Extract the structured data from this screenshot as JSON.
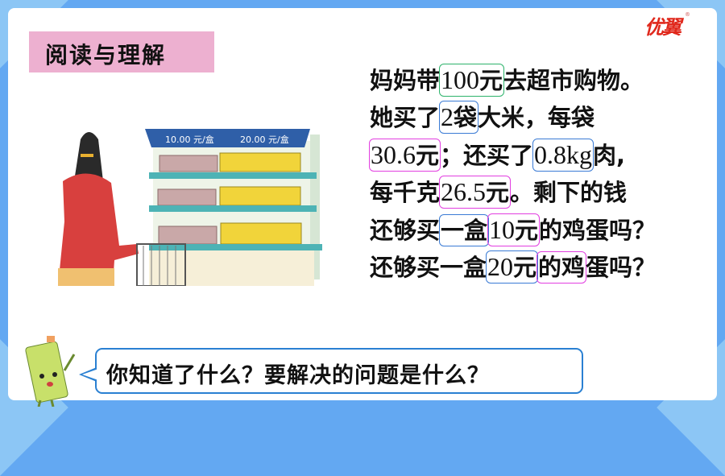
{
  "section_title": "阅读与理解",
  "logo_text": "优翼",
  "logo_mark": "®",
  "shelf_prices": [
    "10.00 元/盒",
    "20.00 元/盒"
  ],
  "colors": {
    "green": "#2db36b",
    "blue": "#3a7bd5",
    "magenta": "#e23ee0",
    "title_bg": "#edb0d0",
    "bubble_border": "#2a80d2"
  },
  "problem_lines": [
    [
      {
        "t": "妈妈带"
      },
      {
        "t": "100",
        "num": true,
        "box": "green",
        "t2": "元"
      },
      {
        "t": "去超市购物。"
      }
    ],
    [
      {
        "t": "她买了"
      },
      {
        "t": "2",
        "num": true,
        "box": "blue",
        "t2": "袋"
      },
      {
        "t": "大米，每袋"
      }
    ],
    [
      {
        "t": "30.6",
        "num": true,
        "box": "magenta",
        "t2": "元"
      },
      {
        "t": "；还买了"
      },
      {
        "t": "0.8kg",
        "num": true,
        "box": "blue",
        "t2": ""
      },
      {
        "t": "肉,"
      }
    ],
    [
      {
        "t": "每千克"
      },
      {
        "t": "26.5",
        "num": true,
        "box": "magenta",
        "t2": "元"
      },
      {
        "t": "。剩下的钱"
      }
    ],
    [
      {
        "t": "还够买"
      },
      {
        "t": "一盒",
        "box": "blue"
      },
      {
        "t": "10",
        "num": true,
        "box": "magenta",
        "t2": "元"
      },
      {
        "t": "的鸡蛋吗？"
      }
    ],
    [
      {
        "t": "还够买一盒"
      },
      {
        "t": "20",
        "num": true,
        "box": "blue",
        "t2": "元"
      },
      {
        "t": "的鸡",
        "box": "magenta"
      },
      {
        "t": "蛋吗？"
      }
    ]
  ],
  "bubble_text": "你知道了什么？要解决的问题是什么？"
}
